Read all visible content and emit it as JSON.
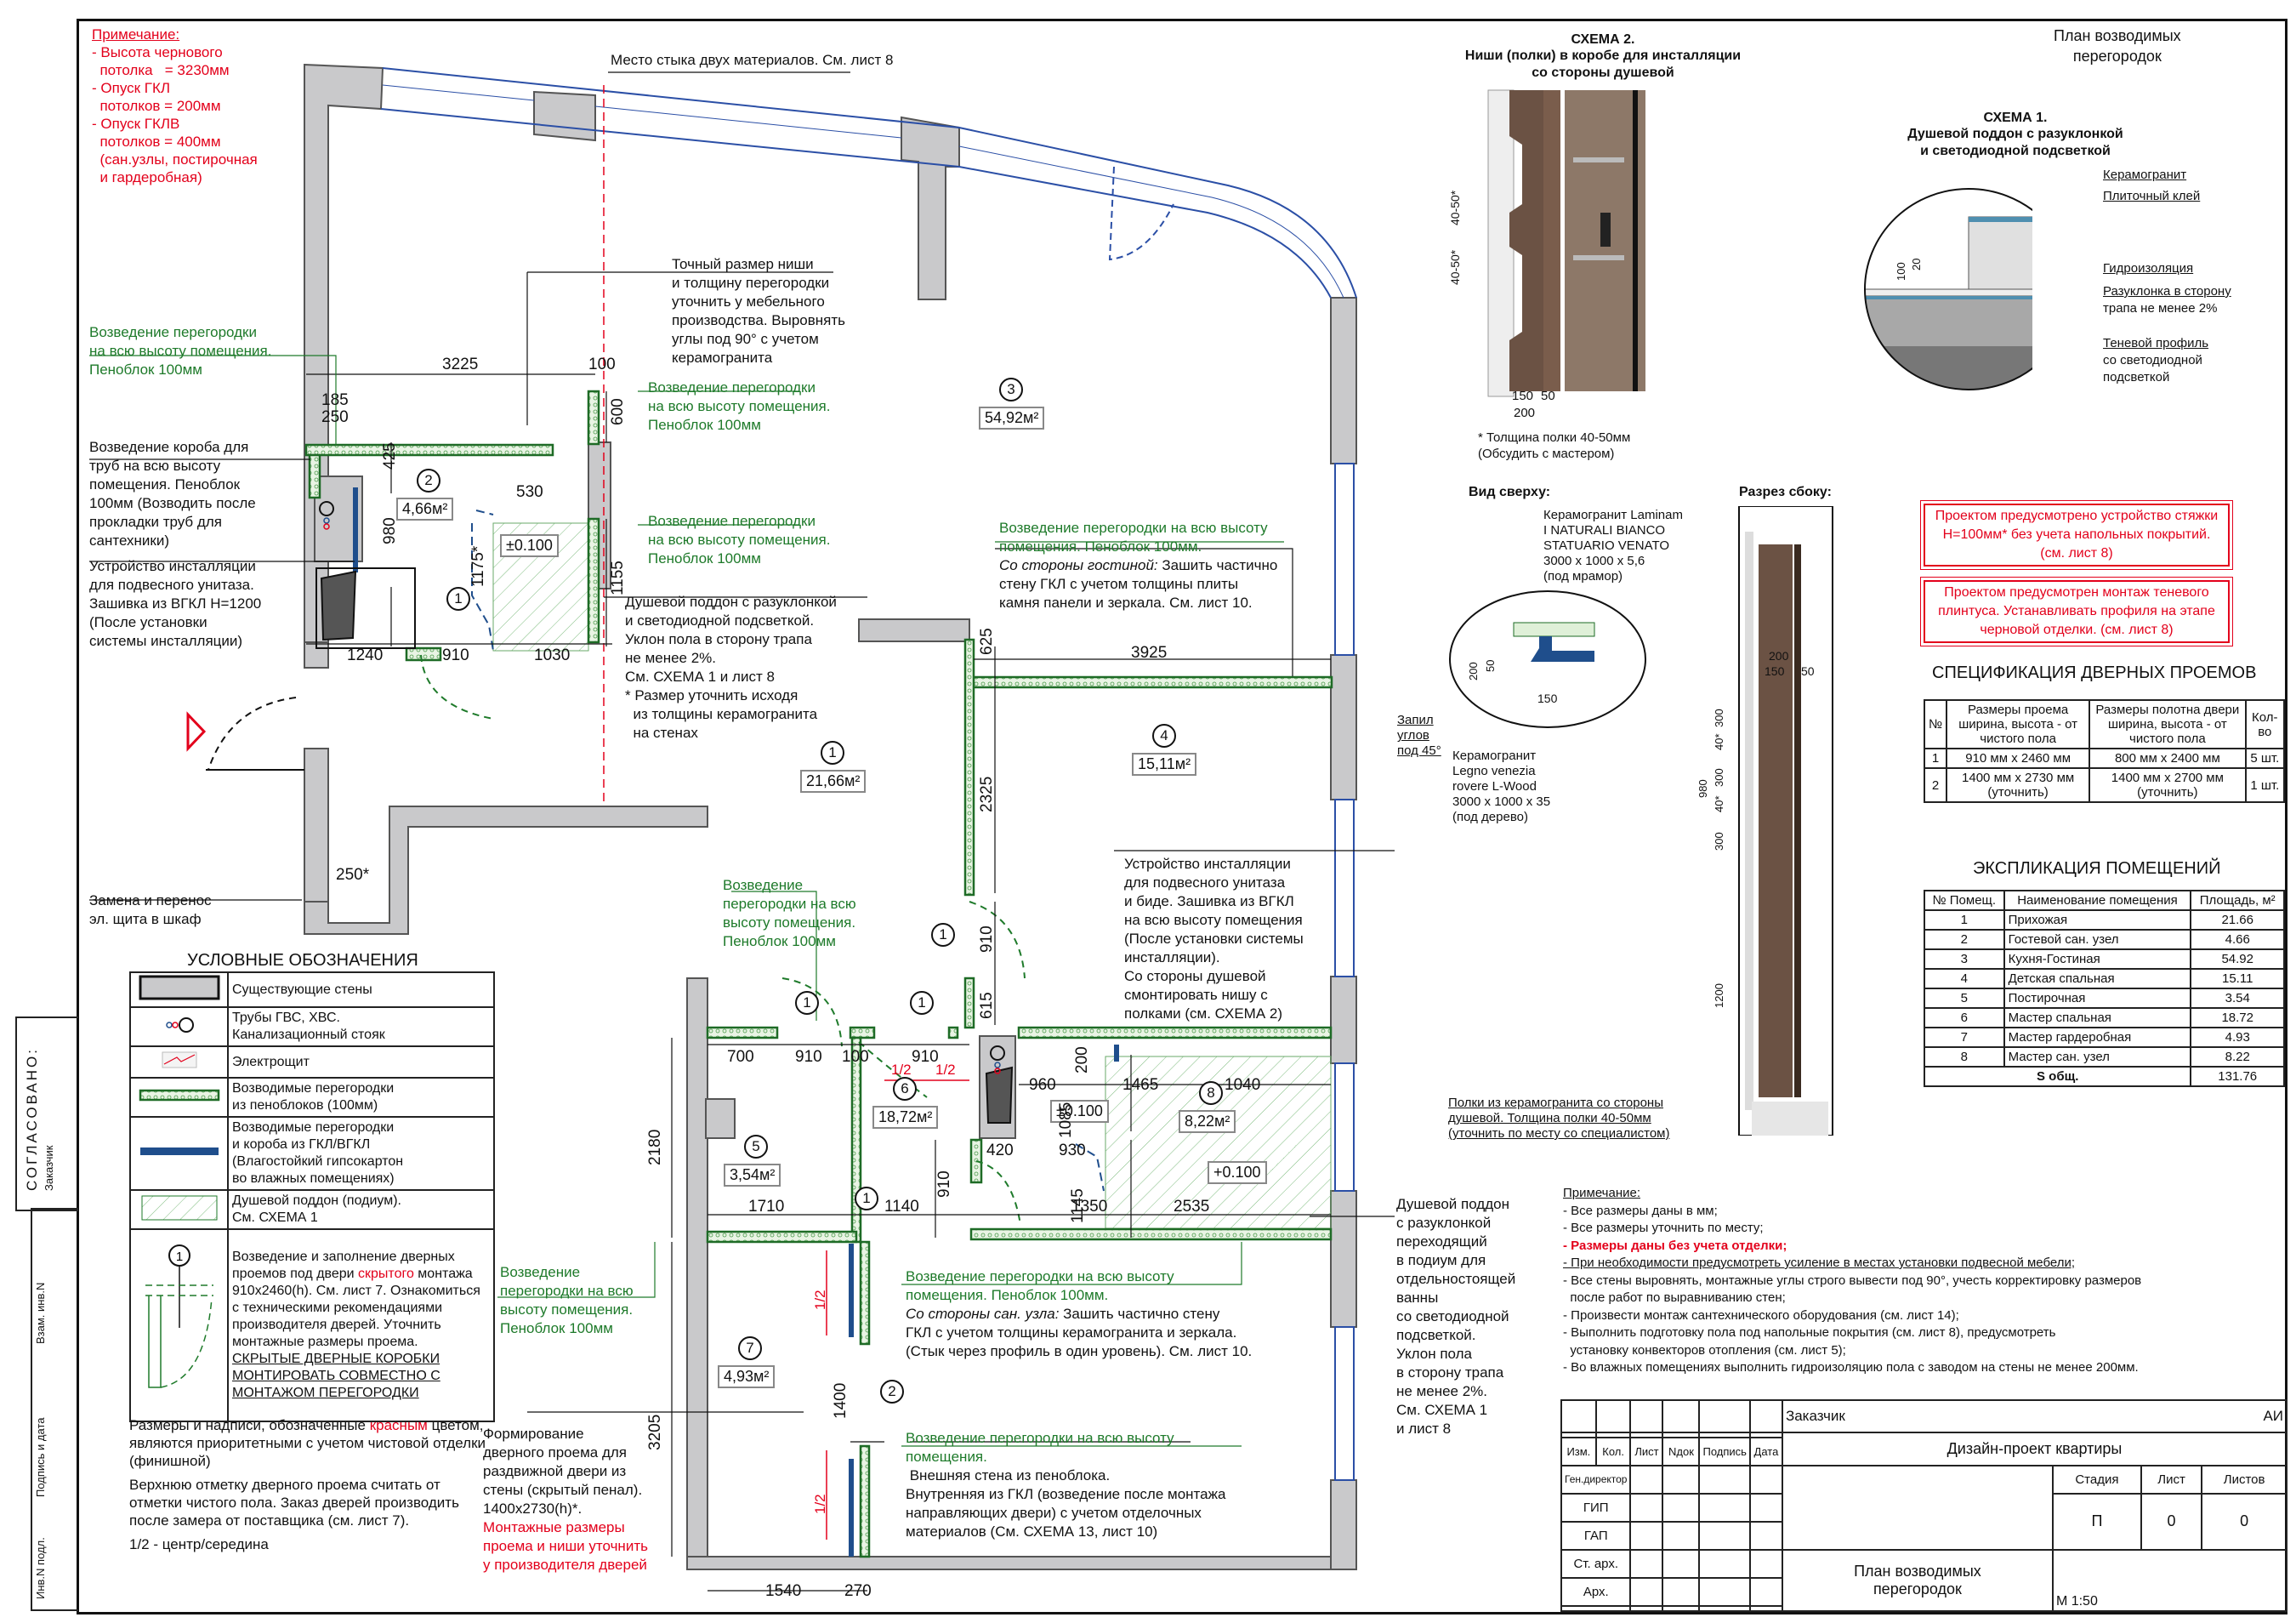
{
  "sheet": {
    "title_top_right": [
      "План возводимых",
      "перегородок"
    ]
  },
  "top_note": {
    "heading": "Примечание:",
    "lines": [
      "- Высота чернового",
      "  потолка   = 3230мм",
      "- Опуск ГКЛ",
      "  потолков = 200мм",
      "- Опуск ГКЛВ",
      "  потолков = 400мм",
      "  (сан.узлы, постирочная",
      "  и гардеробная)"
    ]
  },
  "plan_callouts": {
    "material_joint": "Место стыка двух материалов. См. лист 8",
    "niche_note": [
      "Точный размер ниши",
      "и толщину перегородки",
      "уточнить у мебельного",
      "производства. Выровнять",
      "углы под 90° с учетом",
      "керамогранита"
    ],
    "partition_left_top": [
      "Возведение перегородки",
      "на всю высоту помещения.",
      "Пеноблок 100мм"
    ],
    "partition_600": [
      "Возведение перегородки",
      "на всю высоту помещения.",
      "Пеноблок 100мм"
    ],
    "partition_1155": [
      "Возведение перегородки",
      "на всю высоту помещения.",
      "Пеноблок 100мм"
    ],
    "pipe_box": [
      "Возведение короба для",
      "труб на всю высоту",
      "помещения. Пеноблок",
      "100мм (Возводить после",
      "прокладки труб для",
      "сантехники)"
    ],
    "install_wc_guest": [
      "Устройство инсталляции",
      "для подвесного унитаза.",
      "Зашивка из ВГКЛ Н=1200",
      "(После установки",
      "системы инсталляции)"
    ],
    "shower_tray_guest": [
      "Душевой поддон с разуклонкой",
      "и светодиодной подсветкой.",
      "Уклон пола в сторону трапа",
      "не менее 2%.",
      "См. СХЕМА 1 и лист 8",
      "* Размер уточнить исходя",
      "  из толщины керамогранита",
      "  на стенах"
    ],
    "partition_3925": {
      "green": [
        "Возведение перегородки на всю высоту",
        "помещения. Пеноблок 100мм."
      ],
      "italic": "Со стороны гостиной:",
      "rest": [
        " Зашить частично",
        "стену ГКЛ с учетом толщины плиты",
        "камня панели и зеркала. См. лист 10."
      ]
    },
    "electro_panel": [
      "Замена и перенос",
      "эл. щита в шкаф"
    ],
    "partition_laundry": [
      "Возведение",
      "перегородки на всю",
      "высоту помещения.",
      "Пеноблок 100мм"
    ],
    "install_master": [
      "Устройство инсталляции",
      "для подвесного унитаза",
      "и биде. Зашивка из ВГКЛ",
      "на всю высоту помещения",
      "(После установки системы",
      "инсталляции).",
      "Со стороны душевой",
      "смонтировать нишу с",
      "полками (см. СХЕМА 2)"
    ],
    "partition_wardrobe_left": [
      "Возведение",
      "перегородки на всю",
      "высоту помещения.",
      "Пеноблок 100мм"
    ],
    "partition_master_bath": {
      "green": [
        "Возведение перегородки на всю высоту",
        "помещения. Пеноблок 100мм."
      ],
      "italic": "Со стороны сан. узла:",
      "rest": [
        " Зашить частично стену",
        "ГКЛ с учетом толщины керамогранита и зеркала.",
        "(Стык через профиль в один уровень). См. лист 10."
      ]
    },
    "partition_external": {
      "green": [
        "Возведение перегородки на всю высоту",
        "помещения."
      ],
      "rest": [
        " Внешняя стена из пеноблока.",
        "Внутренняя из ГКЛ (возведение после монтажа",
        "направляющих двери) с учетом отделочных",
        "материалов (См. СХЕМА 13, лист 10)"
      ]
    },
    "sliding_door": {
      "black": [
        "Формирование",
        "дверного проема для",
        "раздвижной двери из",
        "стены (скрытый пенал).",
        "1400x2730(h)*."
      ],
      "red": [
        "Монтажные размеры",
        "проема и ниши уточнить",
        "у производителя дверей"
      ]
    },
    "shower_tray_master": [
      "Душевой поддон",
      "с разуклонкой",
      "переходящий",
      "в подиум для",
      "отдельностоящей",
      "ванны",
      "со светодиодной",
      "подсветкой.",
      "Уклон пола",
      "в сторону трапа",
      "не менее 2%.",
      "См. СХЕМА 1",
      "и лист 8"
    ]
  },
  "rooms": [
    {
      "num": "1",
      "area": "21,66м²"
    },
    {
      "num": "2",
      "area": "4,66м²"
    },
    {
      "num": "3",
      "area": "54,92м²"
    },
    {
      "num": "4",
      "area": "15,11м²"
    },
    {
      "num": "5",
      "area": "3,54м²"
    },
    {
      "num": "6",
      "area": "18,72м²"
    },
    {
      "num": "7",
      "area": "4,93м²"
    },
    {
      "num": "8",
      "area": "8,22м²"
    }
  ],
  "levels": {
    "guest_shower": "±0.100",
    "master_shower": "±0.100",
    "master_bath": "+0.100"
  },
  "dimensions": {
    "d3225": "3225",
    "d100": "100",
    "d185": "185",
    "d250": "250",
    "d425": "425",
    "d980": "980",
    "d600": "600",
    "d530": "530",
    "d1175": "1175*",
    "d1155": "1155",
    "d1240": "1240",
    "d910a": "910",
    "d1030": "1030",
    "d625": "625",
    "d3925": "3925",
    "d2325": "2325",
    "d250s": "250*",
    "d910v": "910",
    "d615": "615",
    "d700": "700",
    "d910b": "910",
    "d100b": "100",
    "d910c": "910",
    "d200": "200",
    "d960": "960",
    "d1465": "1465",
    "d1040": "1040",
    "d1085": "1085",
    "d420": "420",
    "d930": "930",
    "d2180": "2180",
    "d1710": "1710",
    "d1140": "1140",
    "d910w": "910",
    "d1145": "1145",
    "d1350": "1350",
    "d2535": "2535",
    "d3205": "3205",
    "d1400": "1400",
    "d1540": "1540",
    "d270": "270",
    "half": "1/2"
  },
  "door_tags": {
    "one": "1",
    "two": "2"
  },
  "legend": {
    "title": "УСЛОВНЫЕ ОБОЗНАЧЕНИЯ",
    "rows": [
      {
        "icon": "existing-wall-swatch",
        "text": [
          "Существующие стены"
        ]
      },
      {
        "icon": "pipes-symbol",
        "text": [
          "Трубы ГВС, ХВС.",
          "Канализационный стояк"
        ]
      },
      {
        "icon": "electrical-panel-symbol",
        "text": [
          "Электрощит"
        ]
      },
      {
        "icon": "foamblock-partition-swatch",
        "text": [
          "Возводимые перегородки",
          "из пеноблоков (100мм)"
        ]
      },
      {
        "icon": "drywall-partition-swatch",
        "text": [
          "Возводимые перегородки",
          "и короба из ГКЛ/ВГКЛ",
          "(Влагостойкий гипсокартон",
          "во влажных помещениях)"
        ]
      },
      {
        "icon": "shower-tray-swatch",
        "text": [
          "Душевой поддон (подиум).",
          "См. СХЕМА 1"
        ]
      }
    ],
    "door_row": {
      "tag": "1",
      "p1": "Возведение и заполнение дверных проемов под двери ",
      "p1_red": "скрытого",
      "p2": " монтажа 910x2460(h). См. лист 7. Ознакомиться с техническими рекомендациями производителя дверей. Уточнить монтажные размеры проема. ",
      "p3_underline": "СКРЫТЫЕ ДВЕРНЫЕ КОРОБКИ МОНТИРОВАТЬ СОВМЕСТНО С МОНТАЖОМ ПЕРЕГОРОДКИ"
    },
    "note_red_a": "Размеры и надписи, обозначенные ",
    "note_red_word": "красным",
    "note_red_b": "цветом, являются приоритетными с учетом чистовой отделки (финишной)",
    "note_top": "Верхнюю отметку дверного проема считать от отметки чистого пола. Заказ дверей производить после замера от поставщика (см. лист 7).",
    "note_half": "1/2 - центр/середина"
  },
  "scheme2": {
    "title": "СХЕМА 2.",
    "subtitle": [
      "Ниши (полки) в коробе для инсталляции",
      "со стороны душевой"
    ],
    "dims": {
      "a": "40-50*",
      "b": "40-50*",
      "c": "150",
      "d": "50",
      "e": "200"
    },
    "footnote": [
      "* Толщина полки 40-50мм",
      "(Обсудить с мастером)"
    ]
  },
  "scheme1": {
    "title": "СХЕМА 1.",
    "subtitle": [
      "Душевой поддон с разуклонкой",
      "и светодиодной подсветкой"
    ],
    "labels": [
      "Керамогранит",
      "Плиточный клей",
      "Гидроизоляция",
      "Разуклонка в сторону",
      "трапа не менее 2%",
      "Теневой профиль",
      "со светодиодной",
      "подсветкой"
    ],
    "dims": {
      "h100": "100",
      "h20": "20"
    }
  },
  "top_view": {
    "title": "Вид сверху:",
    "marble": [
      "Керамогранит Laminam",
      "I NATURALI BIANCO",
      "STATUARIO VENATO",
      "3000 x 1000 x 5,6",
      "(под мрамор)"
    ],
    "cut": [
      "Запил",
      "углов",
      "под 45°"
    ],
    "wood": [
      "Керамогранит",
      "Legno venezia",
      "rovere L-Wood",
      "3000 x 1000 x 35",
      "(под дерево)"
    ],
    "dims": {
      "a": "200",
      "b": "50",
      "c": "150"
    }
  },
  "side_view": {
    "title": "Разрез сбоку:",
    "dims": {
      "w200": "200",
      "w150": "150",
      "w50": "50",
      "h980": "980",
      "h300a": "300",
      "h40a": "40*",
      "h300b": "300",
      "h40b": "40*",
      "h300c": "300",
      "h1200": "1200"
    },
    "shelves": [
      "Полки из керамогранита со стороны",
      "душевой. Толщина полки 40-50мм",
      "(уточнить по месту со специалистом)"
    ]
  },
  "red_notes": [
    "Проектом предусмотрено устройство стяжки Н=100мм* без учета напольных покрытий. (см. лист 8)",
    "Проектом предусмотрен монтаж теневого плинтуса. Устанавливать профиля на этапе черновой отделки. (см. лист 8)"
  ],
  "door_spec": {
    "title": "СПЕЦИФИКАЦИЯ ДВЕРНЫХ ПРОЕМОВ",
    "headers": [
      "№",
      "Размеры проема ширина, высота - от чистого пола",
      "Размеры полотна двери ширина, высота - от чистого пола",
      "Кол-во"
    ],
    "rows": [
      [
        "1",
        "910 мм x 2460 мм",
        "800 мм x 2400 мм",
        "5 шт."
      ],
      [
        "2",
        "1400 мм x 2730 мм (уточнить)",
        "1400 мм x 2700 мм (уточнить)",
        "1 шт."
      ]
    ]
  },
  "explication": {
    "title": "ЭКСПЛИКАЦИЯ ПОМЕЩЕНИЙ",
    "headers": [
      "№ Помещ.",
      "Наименование помещения",
      "Площадь, м²"
    ],
    "rows": [
      [
        "1",
        "Прихожая",
        "21.66"
      ],
      [
        "2",
        "Гостевой сан. узел",
        "4.66"
      ],
      [
        "3",
        "Кухня-Гостиная",
        "54.92"
      ],
      [
        "4",
        "Детская спальная",
        "15.11"
      ],
      [
        "5",
        "Постирочная",
        "3.54"
      ],
      [
        "6",
        "Мастер спальная",
        "18.72"
      ],
      [
        "7",
        "Мастер гардеробная",
        "4.93"
      ],
      [
        "8",
        "Мастер сан. узел",
        "8.22"
      ]
    ],
    "total_label": "S общ.",
    "total_value": "131.76"
  },
  "general_notes": {
    "heading": "Примечание:",
    "items": [
      {
        "text": "- Все размеры даны в мм;",
        "style": "normal"
      },
      {
        "text": "- Все размеры уточнить по месту;",
        "style": "normal"
      },
      {
        "text": "- Размеры даны без учета отделки;",
        "style": "red"
      },
      {
        "text": "- При необходимости предусмотреть усиление в местах установки подвесной мебели;",
        "style": "underline"
      },
      {
        "text": "- Все стены выровнять, монтажные углы строго вывести под 90°, учесть корректировку размеров",
        "style": "normal"
      },
      {
        "text": "  после работ по выравниванию стен;",
        "style": "normal"
      },
      {
        "text": "- Произвести монтаж сантехнического оборудования (см. лист 14);",
        "style": "normal"
      },
      {
        "text": "- Выполнить подготовку пола под напольные покрытия (см. лист 8), предусмотреть",
        "style": "normal"
      },
      {
        "text": "  установку конвекторов отопления (см. лист 5);",
        "style": "normal"
      },
      {
        "text": "- Во влажных помещениях выполнить гидроизоляцию пола с заводом на стены не менее 200мм.",
        "style": "normal"
      }
    ]
  },
  "title_block": {
    "customer_label": "Заказчик",
    "customer_value": "АИ",
    "project": "Дизайн-проект квартиры",
    "rev_headers": [
      "Изм.",
      "Кол.",
      "Лист",
      "Nдок",
      "Подпись",
      "Дата"
    ],
    "roles": [
      "Ген.директор",
      "ГИП",
      "ГАП",
      "Ст. арх.",
      "Арх."
    ],
    "stage_label": "Стадия",
    "sheet_label": "Лист",
    "sheets_label": "Листов",
    "stage": "П",
    "sheet": "0",
    "sheets": "0",
    "drawing_title": [
      "План возводимых",
      "перегородок"
    ],
    "scale": "М 1:50"
  },
  "side_stamp": {
    "approved": "СОГЛАСОВАНО:",
    "customer": "Заказчик",
    "fields": [
      "Взам. инв.N",
      "Подпись и дата",
      "Инв.N подл."
    ]
  },
  "colors": {
    "existing_wall": "#c9c9cb",
    "foamblock": "#1e6b26",
    "drywall": "#1f4e8c",
    "note_red": "#e3001b",
    "window_blue": "#2b4fa6"
  }
}
